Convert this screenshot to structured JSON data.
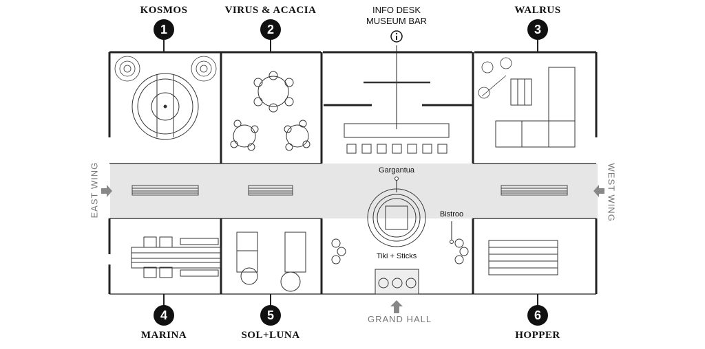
{
  "rooms": [
    {
      "name": "KOSMOS",
      "number": "1"
    },
    {
      "name": "VIRUS & ACACIA",
      "number": "2"
    },
    {
      "name": "WALRUS",
      "number": "3"
    },
    {
      "name": "MARINA",
      "number": "4"
    },
    {
      "name": "SOL+LUNA",
      "number": "5"
    },
    {
      "name": "HOPPER",
      "number": "6"
    }
  ],
  "info": {
    "line1": "INFO DESK",
    "line2": "MUSEUM BAR",
    "icon": "info-icon"
  },
  "features": {
    "gargantua": "Gargantua",
    "bistroo": "Bistroo",
    "tiki": "Tiki + Sticks"
  },
  "entrances": {
    "east": "EAST WING",
    "west": "WEST WING",
    "grand": "GRAND HALL"
  },
  "colors": {
    "corridor": "#e6e6e6",
    "wall": "#222222",
    "badge": "#111111",
    "arrow": "#888888"
  }
}
